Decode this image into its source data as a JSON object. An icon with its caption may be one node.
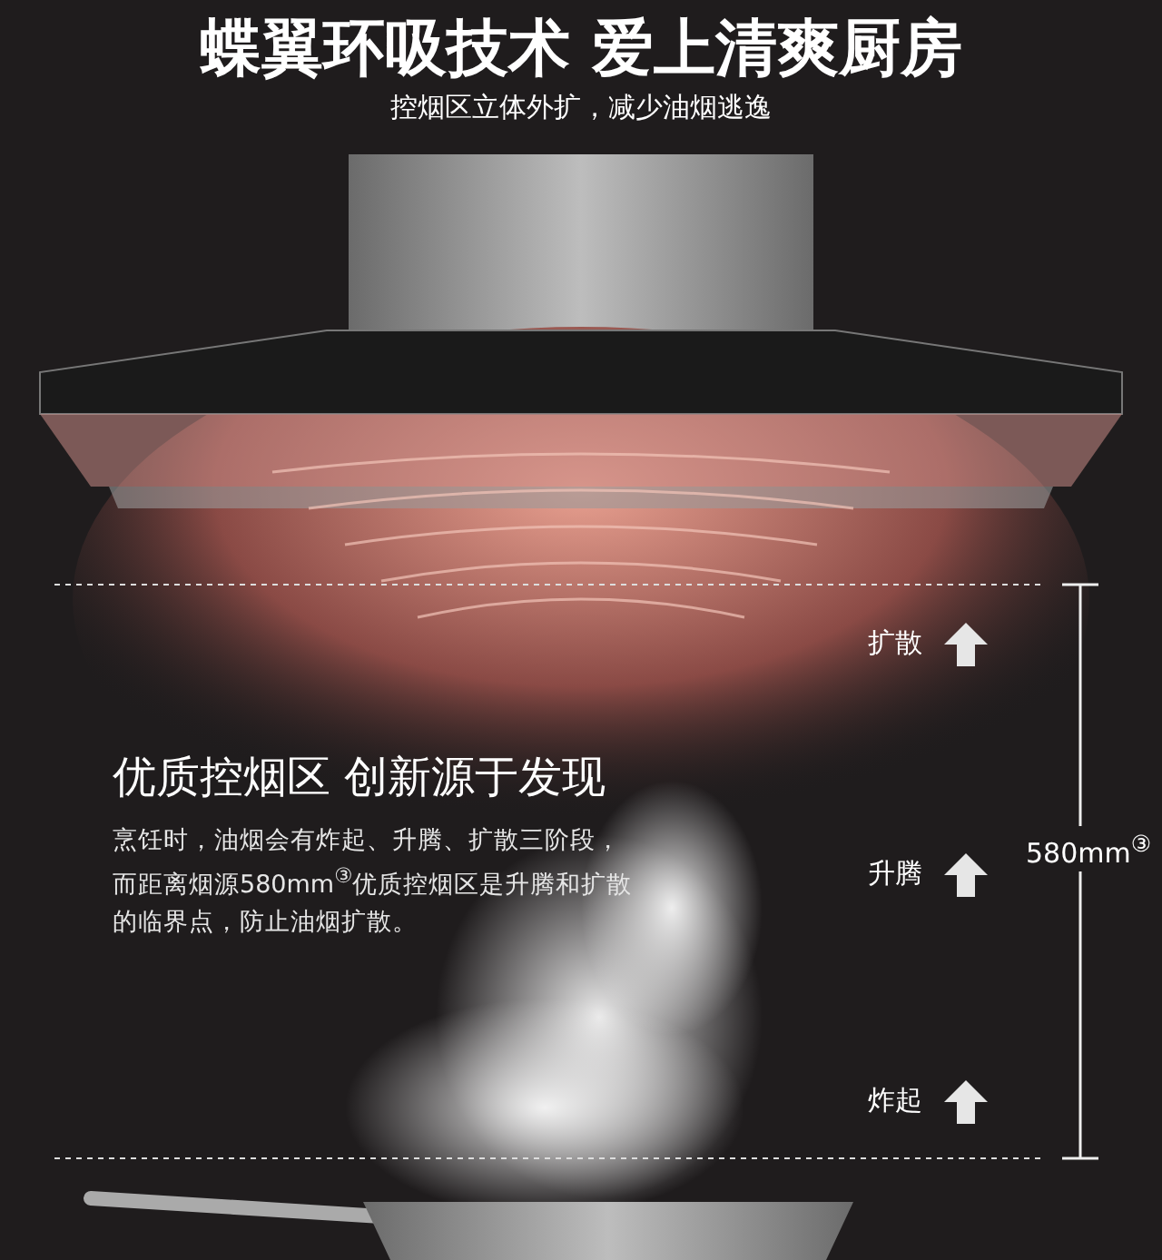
{
  "diagram": {
    "title": "蝶翼环吸技术 爱上清爽厨房",
    "labels": [
      "控烟区立体外扩，减少油烟逃逸",
      "优质控烟区 创新源于发现",
      "烹饪时，油烟会有炸起、升腾、扩散三阶段，而距离烟源580mm$^{③}$优质控烟区是升腾和扩散的临界点，防止油烟扩散。",
      "扩散",
      "升腾",
      "580mm$^{③}$",
      "炸起"
    ]
  }
}
